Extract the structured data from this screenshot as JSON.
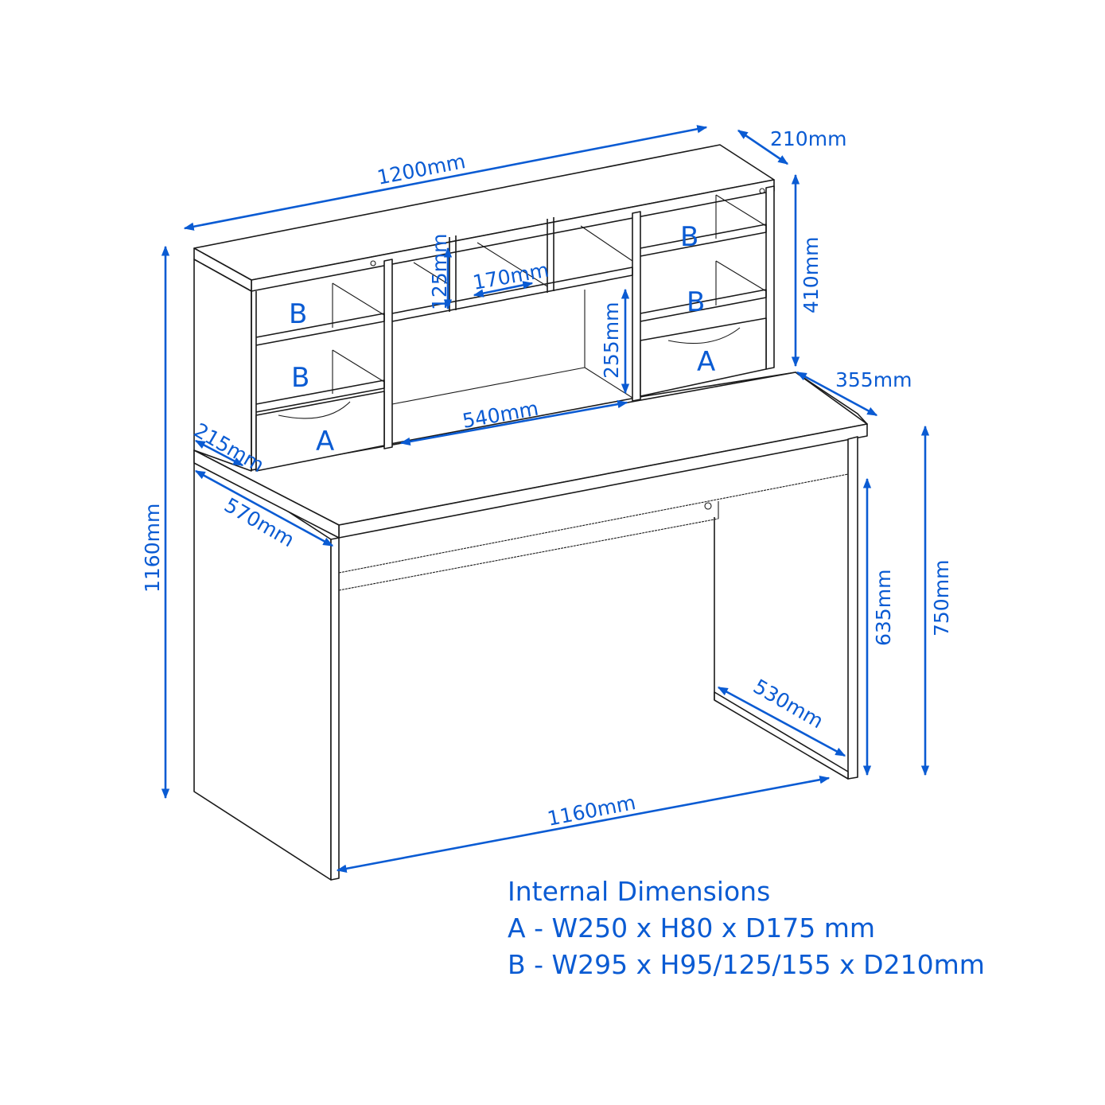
{
  "diagram": {
    "subject": "Desk with hutch – dimension drawing",
    "accent_color": "#0a5bd3",
    "line_color": "#1a1a1a",
    "dimensions": {
      "total_width": "1200mm",
      "hutch_depth": "210mm",
      "hutch_height": "410mm",
      "desk_top_depth_right": "355mm",
      "total_height": "1160mm",
      "hutch_side_depth": "215mm",
      "desk_depth": "570mm",
      "center_opening_width": "540mm",
      "center_opening_height": "255mm",
      "cubby_height": "125mm",
      "cubby_width": "170mm",
      "knee_clearance_height": "635mm",
      "desk_height": "750mm",
      "leg_depth": "530mm",
      "knee_clearance_width": "1160mm"
    },
    "compartment_labels": {
      "left_top": "B",
      "left_middle": "B",
      "left_drawer": "A",
      "right_top": "B",
      "right_middle": "B",
      "right_drawer": "A"
    }
  },
  "legend": {
    "title": "Internal Dimensions",
    "rows": [
      "A - W250 x H80 x D175 mm",
      "B - W295 x H95/125/155 x D210mm"
    ]
  }
}
